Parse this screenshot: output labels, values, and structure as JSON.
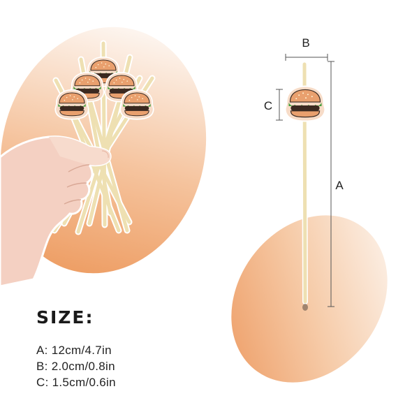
{
  "size": {
    "title": "SIZE:",
    "specs": [
      {
        "key": "A:",
        "value": "12cm/4.7in"
      },
      {
        "key": "B:",
        "value": "2.0cm/0.8in"
      },
      {
        "key": "C:",
        "value": "1.5cm/0.6in"
      }
    ]
  },
  "dimensions": {
    "a_label": "A",
    "b_label": "B",
    "c_label": "C"
  },
  "colors": {
    "gradient_top": "#fdf3ec",
    "gradient_bottom": "#eea06b",
    "pick_bamboo": "#efe2b4",
    "bun": "#e8a977",
    "patty": "#3e2a22",
    "lettuce": "#3e9a3a"
  },
  "icons": [
    "burger-icon",
    "hand-image"
  ]
}
